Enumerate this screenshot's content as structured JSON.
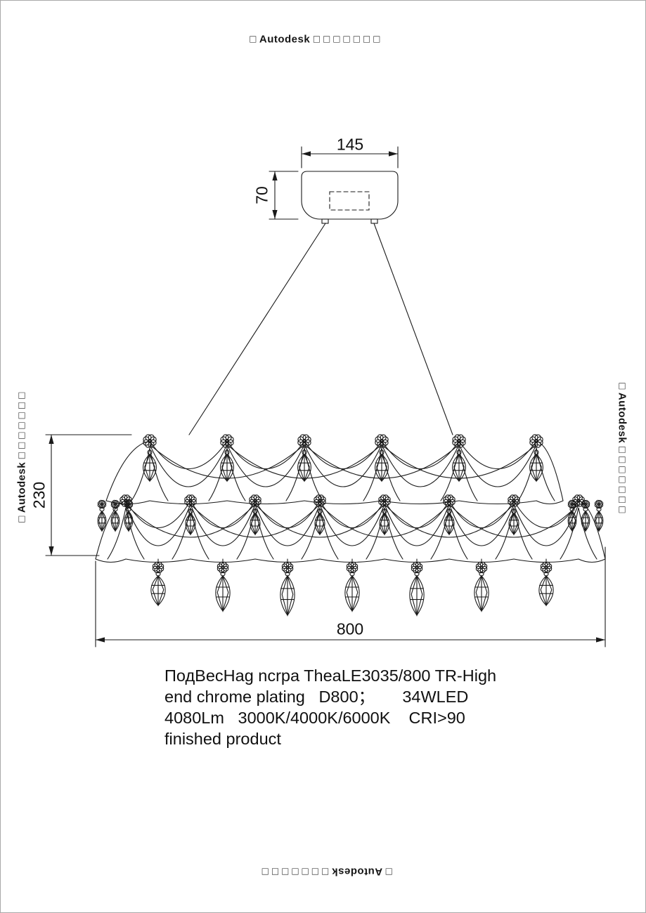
{
  "watermark": {
    "text": "□ Autodesk □ □ □ □ □ □ □"
  },
  "dimensions": {
    "canopy_width": "145",
    "canopy_height": "70",
    "body_height": "230",
    "body_diameter": "800"
  },
  "description": {
    "line1": "ПодВесHag ncrpa TheaLE3035/800 TR-High",
    "line2": "end chrome plating   D800；      34WLED",
    "line3": "4080Lm   3000K/4000K/6000K    CRI>90",
    "line4": "finished product"
  },
  "colors": {
    "line": "#1a1a1a",
    "watermark": "#161616",
    "background": "#ffffff"
  }
}
